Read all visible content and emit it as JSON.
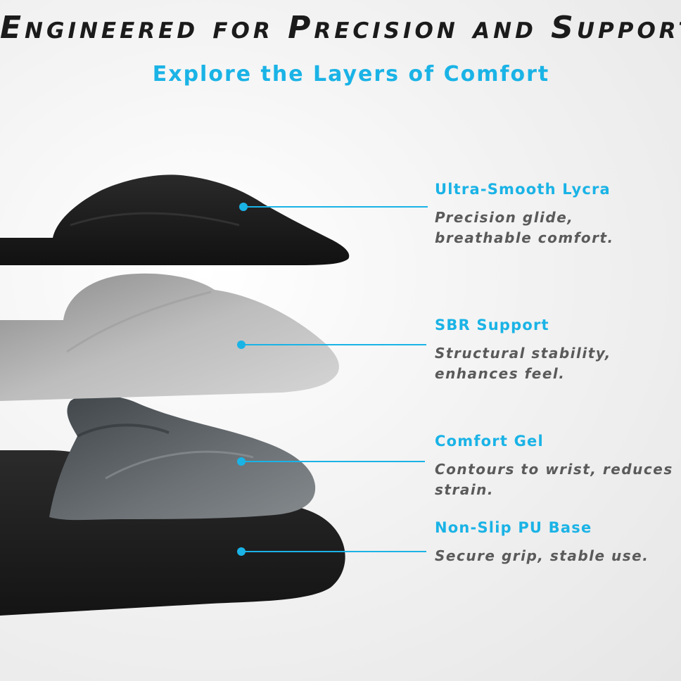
{
  "header": {
    "title": "Engineered for Precision and Support",
    "subtitle": "Explore the Layers of Comfort"
  },
  "colors": {
    "accent": "#1ab3e6",
    "title": "#1b1b1b",
    "description": "#5a5a5a"
  },
  "layers": [
    {
      "name": "Ultra-Smooth Lycra",
      "description": "Precision glide, breathable comfort."
    },
    {
      "name": "SBR Support",
      "description": "Structural stability, enhances feel."
    },
    {
      "name": "Comfort Gel",
      "description": "Contours to wrist, reduces strain."
    },
    {
      "name": "Non-Slip PU Base",
      "description": "Secure grip, stable use."
    }
  ]
}
